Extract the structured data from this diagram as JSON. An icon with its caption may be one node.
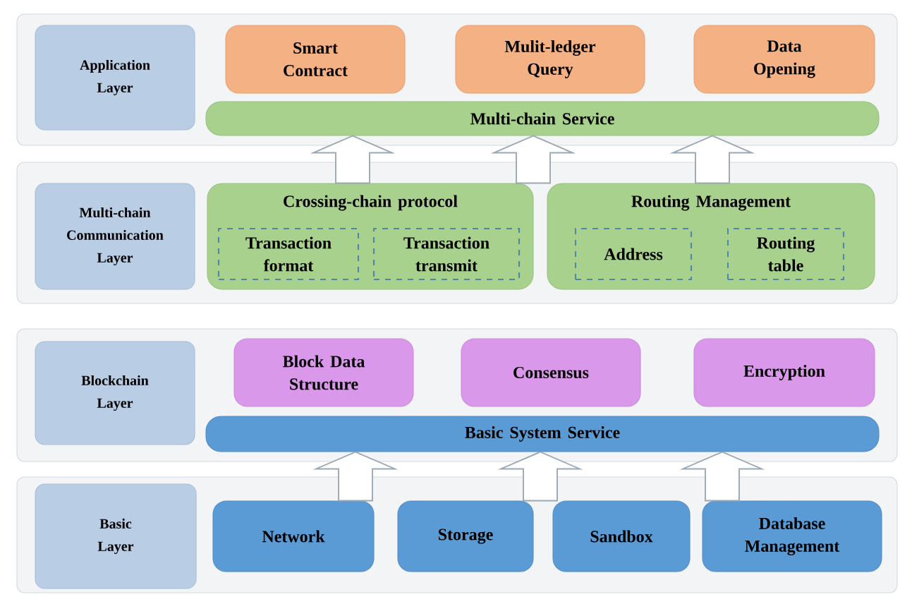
{
  "diagram": {
    "nodes": [
      {
        "text": [],
        "shape": "box"
      },
      {
        "text": [
          "Application Layer"
        ],
        "in": 0
      },
      {
        "text": [
          "Smart Contract"
        ],
        "in": 0
      },
      {
        "text": [
          "Mulit-ledger Query"
        ],
        "in": 0
      },
      {
        "text": [
          "Data Opening"
        ],
        "in": 0
      },
      {
        "text": [
          "Multi-chain Service"
        ],
        "in": 0
      },
      {
        "text": [],
        "shape": "box"
      },
      {
        "text": [
          "Multi-chain Communication Layer"
        ],
        "in": 6
      },
      {
        "text": [
          "Crossing-chain protocol"
        ],
        "in": 6
      },
      {
        "text": [
          "Transaction format"
        ],
        "in": 8
      },
      {
        "text": [
          "Transaction transmit"
        ],
        "in": 8
      },
      {
        "text": [
          "Routing Management"
        ],
        "in": 6
      },
      {
        "text": [
          "Address"
        ],
        "in": 11
      },
      {
        "text": [
          "Routing table"
        ],
        "in": 11
      },
      {
        "text": [],
        "shape": "box"
      },
      {
        "text": [
          "Blockchain Layer"
        ],
        "in": 14
      },
      {
        "text": [
          "Block Data Structure"
        ],
        "in": 14
      },
      {
        "text": [
          "Consensus"
        ],
        "in": 14
      },
      {
        "text": [
          "Encryption"
        ],
        "in": 14
      },
      {
        "text": [
          "Basic System Service"
        ],
        "in": 14
      },
      {
        "text": [],
        "shape": "box"
      },
      {
        "text": [
          "Basic Layer"
        ],
        "in": 20
      },
      {
        "text": [
          "Network"
        ],
        "in": 20
      },
      {
        "text": [
          "Storage"
        ],
        "in": 20
      },
      {
        "text": [
          "Sandbox"
        ],
        "in": 20
      },
      {
        "text": [
          "Database Management"
        ],
        "in": 20
      }
    ],
    "edges": [
      {
        "from": 8,
        "to": 5,
        "arrow": "to"
      },
      {
        "from": 8,
        "to": 5,
        "arrow": "to"
      },
      {
        "from": 11,
        "to": 5,
        "arrow": "to"
      },
      {
        "from": 22,
        "to": 19,
        "arrow": "to"
      },
      {
        "from": 23,
        "to": 19,
        "arrow": "to"
      },
      {
        "from": 25,
        "to": 19,
        "arrow": "to"
      }
    ]
  }
}
